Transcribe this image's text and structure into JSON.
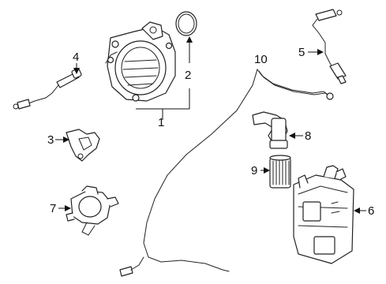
{
  "callouts": [
    {
      "id": "1",
      "label": "1"
    },
    {
      "id": "2",
      "label": "2"
    },
    {
      "id": "3",
      "label": "3"
    },
    {
      "id": "4",
      "label": "4"
    },
    {
      "id": "5",
      "label": "5"
    },
    {
      "id": "6",
      "label": "6"
    },
    {
      "id": "7",
      "label": "7"
    },
    {
      "id": "8",
      "label": "8"
    },
    {
      "id": "9",
      "label": "9"
    },
    {
      "id": "10",
      "label": "10"
    }
  ],
  "colors": {
    "line": "#222222",
    "background": "#ffffff"
  }
}
